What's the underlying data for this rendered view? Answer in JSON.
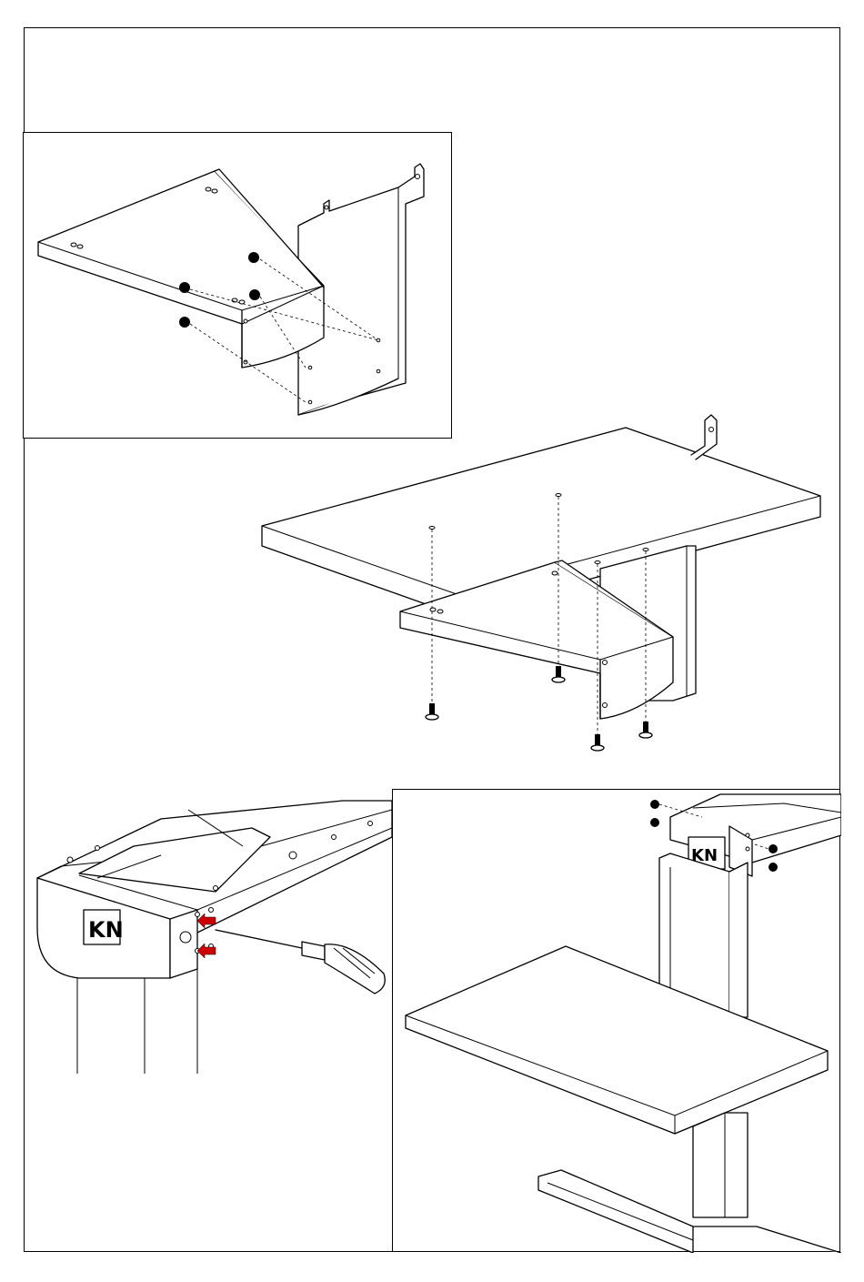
{
  "figure": {
    "panels": [
      {
        "id": "bracket-detail",
        "description_label": ""
      },
      {
        "id": "shelf-mounting",
        "description_label": ""
      },
      {
        "id": "frame-detail",
        "description_label": ""
      },
      {
        "id": "assembled-view",
        "description_label": ""
      }
    ],
    "logo_glyph": "KN",
    "arrow_color": "#cc0000",
    "line_color": "#000000",
    "background_color": "#ffffff"
  }
}
